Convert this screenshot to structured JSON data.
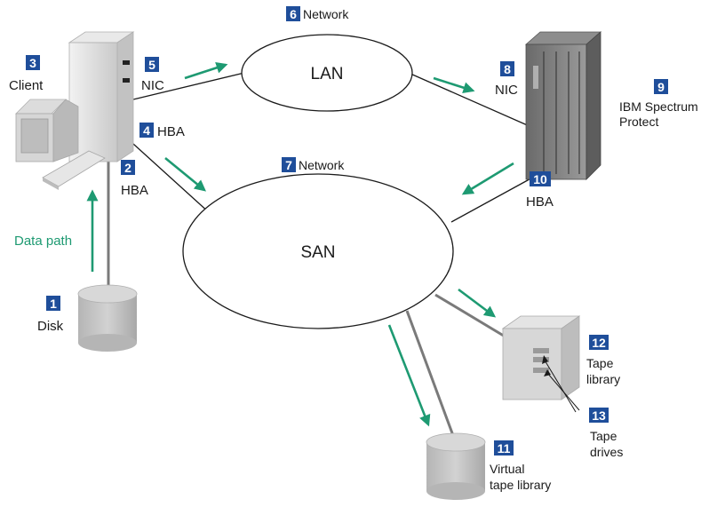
{
  "colors": {
    "badge": "#1f4e9a",
    "arrow": "#1e9a72",
    "line": "#1a1a1a",
    "cable": "#7a7a7a"
  },
  "networks": {
    "lan": {
      "label": "LAN"
    },
    "san": {
      "label": "SAN"
    }
  },
  "nodes": {
    "disk": {
      "num": "1",
      "label": "Disk"
    },
    "hba_client": {
      "num": "2",
      "label": "HBA"
    },
    "client": {
      "num": "3",
      "label": "Client"
    },
    "hba_client_top": {
      "num": "4",
      "label": "HBA"
    },
    "nic_client": {
      "num": "5",
      "label": "NIC"
    },
    "network_lan": {
      "num": "6",
      "label": "Network"
    },
    "network_san": {
      "num": "7",
      "label": "Network"
    },
    "nic_server": {
      "num": "8",
      "label": "NIC"
    },
    "server": {
      "num": "9",
      "label_line1": "IBM Spectrum",
      "label_line2": "Protect"
    },
    "hba_server": {
      "num": "10",
      "label": "HBA"
    },
    "vtl": {
      "num": "11",
      "label_line1": "Virtual",
      "label_line2": "tape library"
    },
    "tape_library": {
      "num": "12",
      "label_line1": "Tape",
      "label_line2": "library"
    },
    "tape_drives": {
      "num": "13",
      "label_line1": "Tape",
      "label_line2": "drives"
    }
  },
  "data_path": {
    "label": "Data path"
  }
}
